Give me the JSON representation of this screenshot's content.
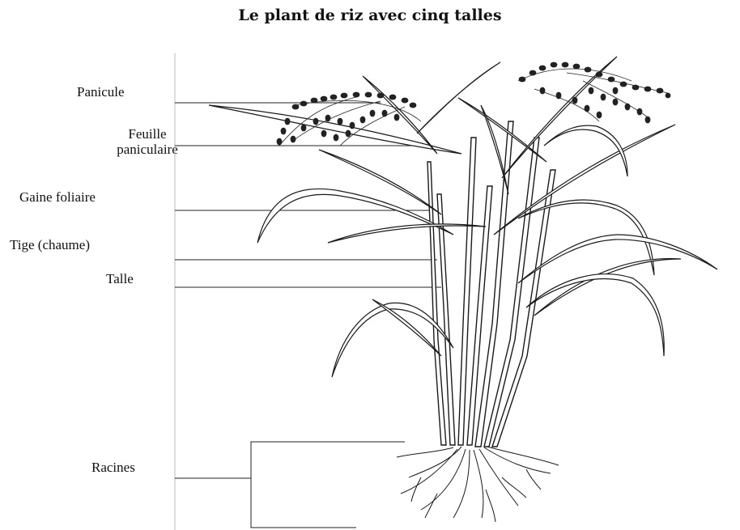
{
  "title": "Le plant de riz avec cinq talles",
  "labels": {
    "panicule": "Panicule",
    "feuille_line1": "Feuille",
    "feuille_line2": "paniculaire",
    "gaine": "Gaine foliaire",
    "tige": "Tige (chaume)",
    "talle": "Talle",
    "racines": "Racines"
  }
}
